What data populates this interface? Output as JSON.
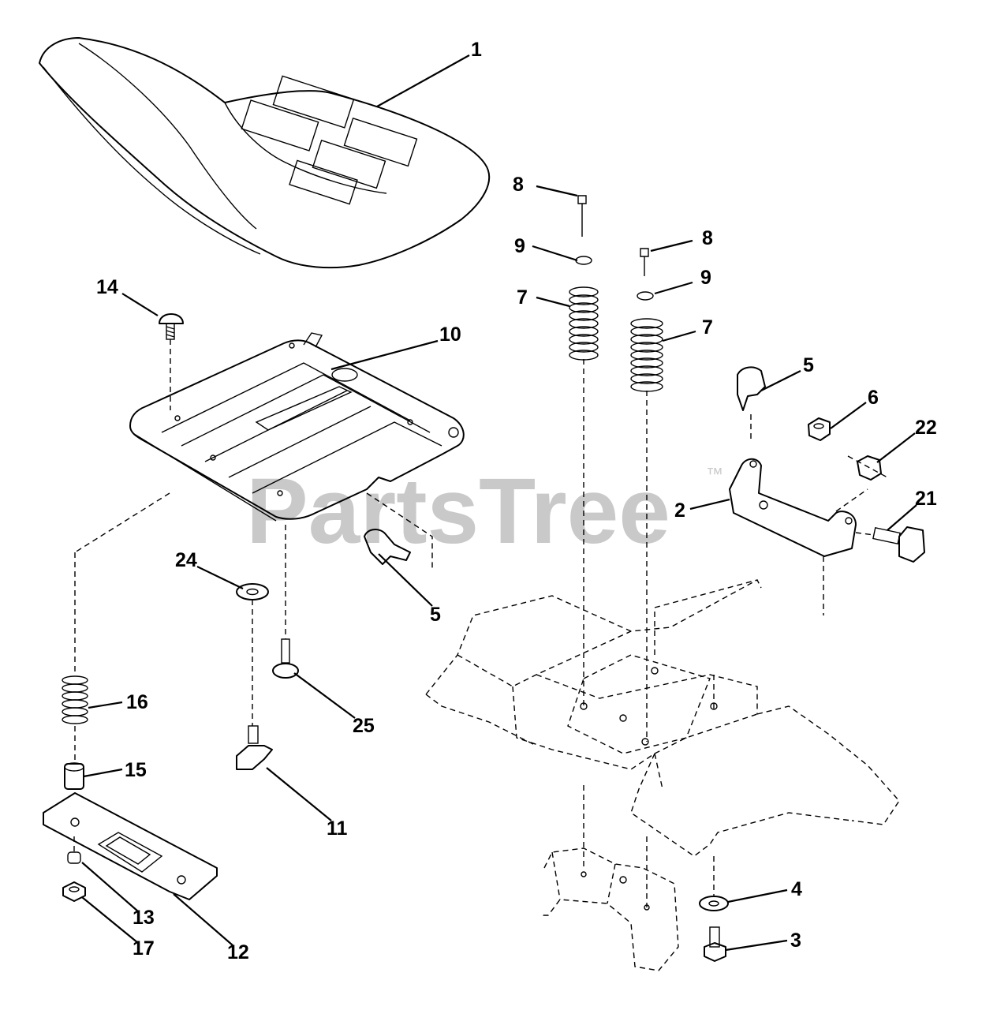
{
  "watermark": {
    "text": "PartsTree",
    "tm": "™"
  },
  "labels": {
    "l1": "1",
    "l2": "2",
    "l3": "3",
    "l4": "4",
    "l5a": "5",
    "l5b": "5",
    "l6": "6",
    "l7a": "7",
    "l7b": "7",
    "l8a": "8",
    "l8b": "8",
    "l9a": "9",
    "l9b": "9",
    "l10": "10",
    "l11": "11",
    "l12": "12",
    "l13": "13",
    "l14": "14",
    "l15": "15",
    "l16": "16",
    "l17": "17",
    "l21": "21",
    "l22": "22",
    "l24": "24",
    "l25": "25"
  }
}
